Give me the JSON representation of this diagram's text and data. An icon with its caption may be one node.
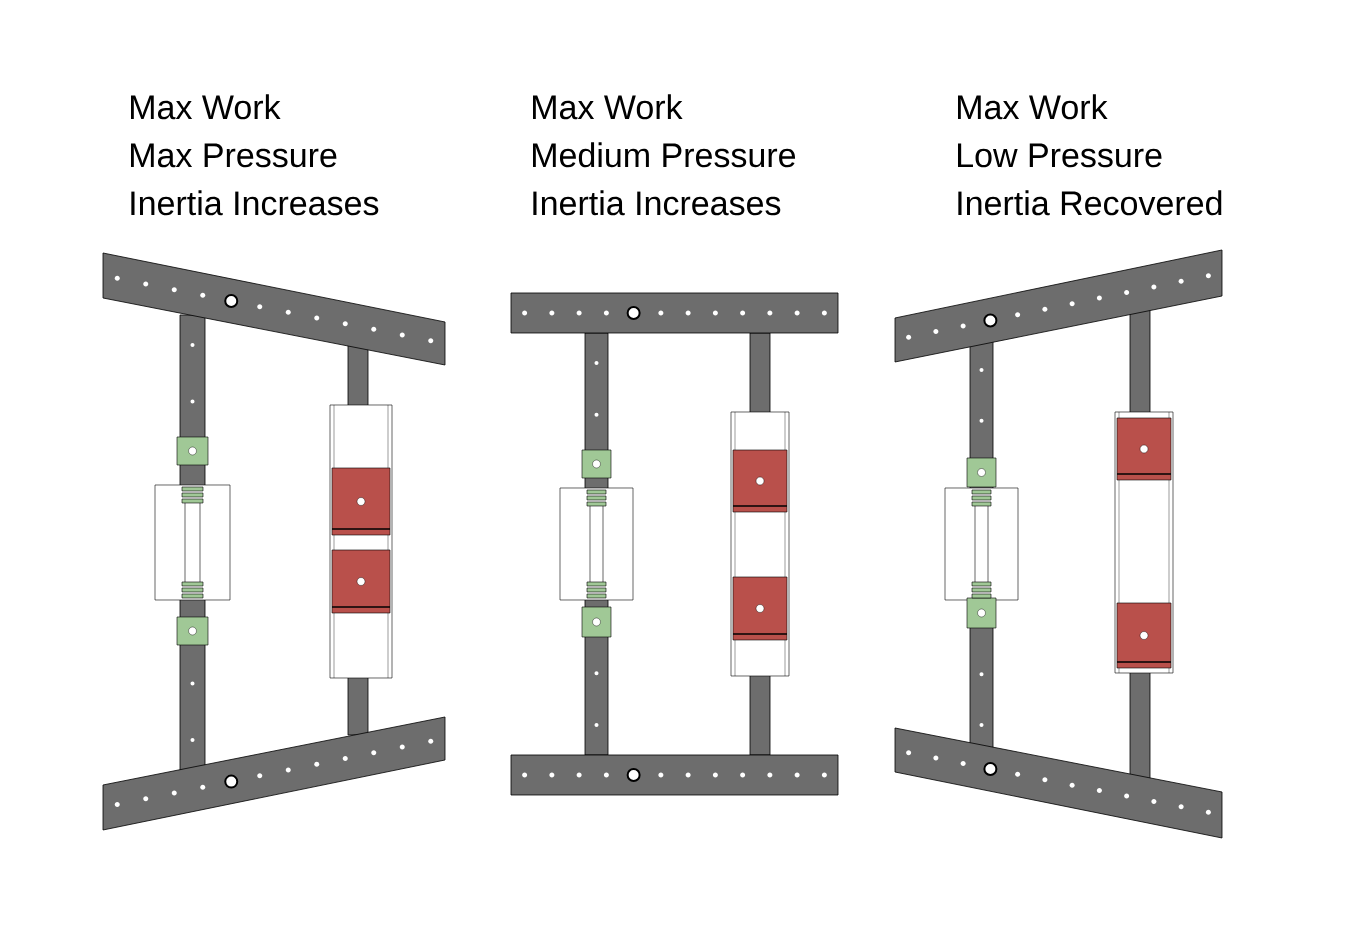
{
  "diagram": {
    "labels": [
      "Max Work",
      "Max Pressure",
      "Inertia Increases",
      "Max Work",
      "Medium Pressure",
      "Inertia Increases",
      "Max Work",
      "Low Pressure",
      "Inertia Recovered"
    ]
  }
}
